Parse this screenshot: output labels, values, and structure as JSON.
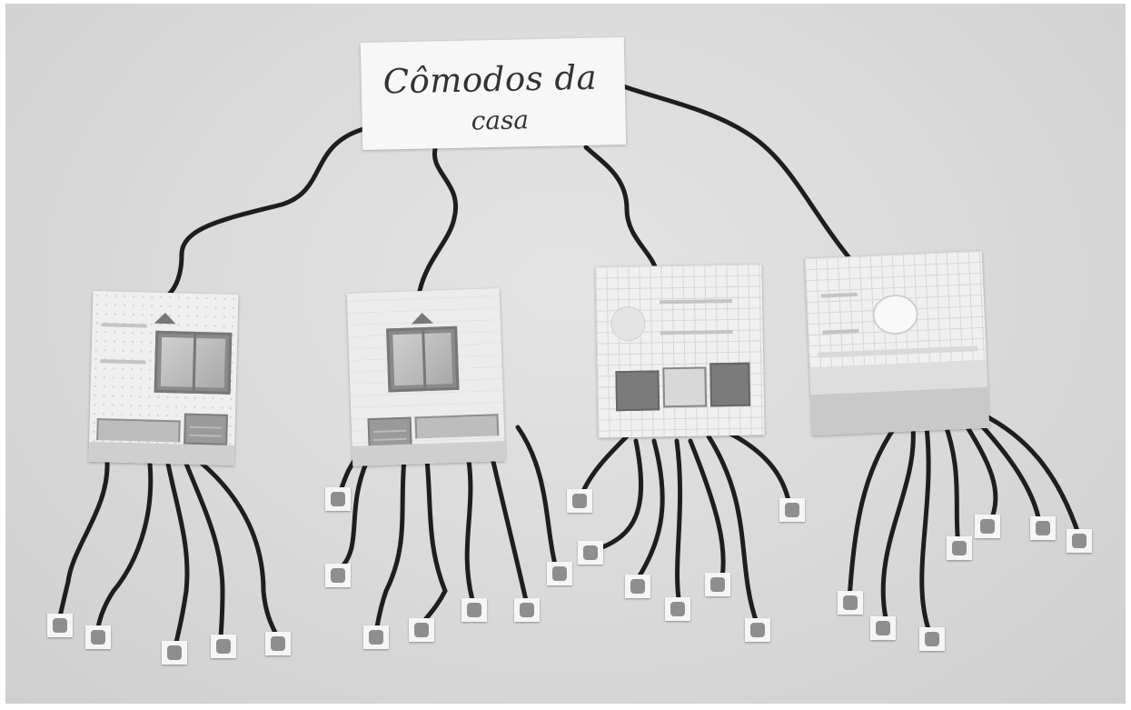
{
  "title_card": {
    "line1": "Cômodos da",
    "line2": "casa"
  },
  "rooms": [
    {
      "name": "bedroom-with-window-and-bed"
    },
    {
      "name": "bedroom-with-window-and-bed-2"
    },
    {
      "name": "kitchen"
    },
    {
      "name": "bathroom"
    }
  ],
  "colors": {
    "wall": "#dcdcdc",
    "yarn": "#1e1e1e",
    "card": "#f7f7f7"
  }
}
